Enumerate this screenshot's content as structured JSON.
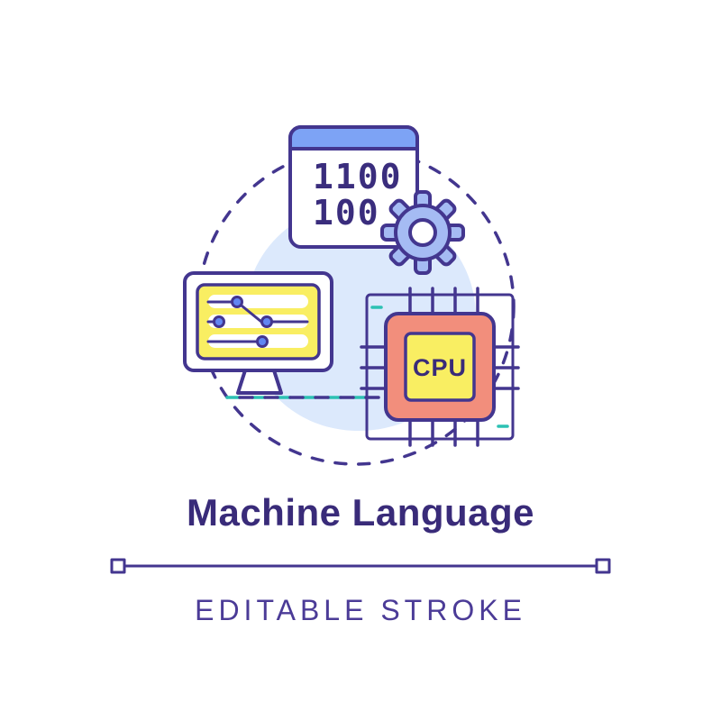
{
  "illustration": {
    "code_window": {
      "binary_line1": "1100",
      "binary_line2": "100"
    },
    "cpu": {
      "label": "CPU"
    }
  },
  "title": "Machine Language",
  "footer": {
    "caption": "EDITABLE STROKE"
  },
  "colors": {
    "stroke": "#43368f",
    "title_text": "#392b79",
    "caption_text": "#4b3b97",
    "binary_text": "#3a2d7d",
    "yellow": "#f9ee62",
    "coral": "#f28e7c",
    "window_blue": "#7da3f5",
    "gear_blue": "#a5bbf3",
    "light_blue": "#dce9fc",
    "node_blue": "#6186f2",
    "teal": "#2cc1b3"
  }
}
